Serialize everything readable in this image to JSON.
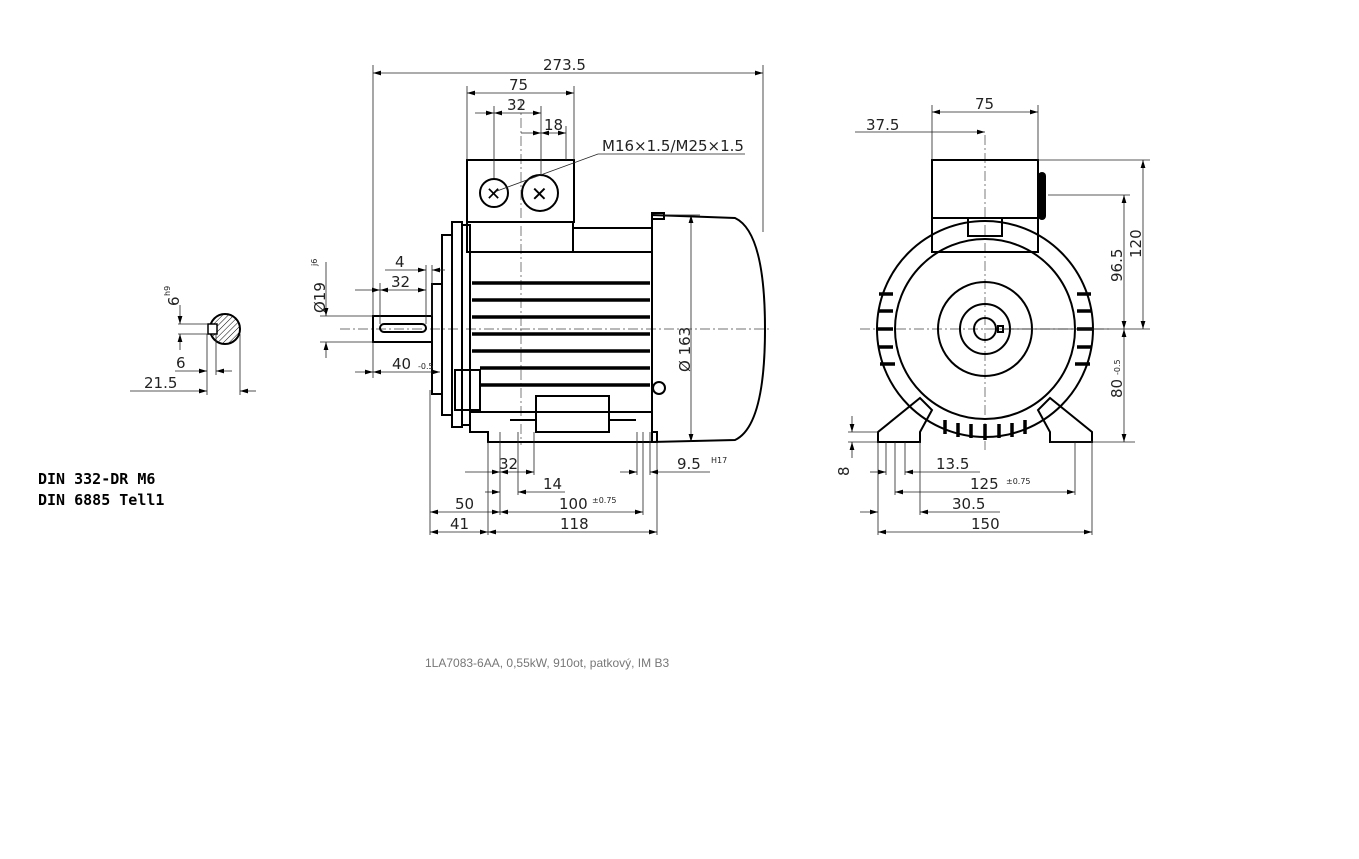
{
  "standards": [
    "DIN 332-DR M6",
    "DIN 6885 Tell1"
  ],
  "caption": "1LA7083-6AA,  0,55kW, 910ot, patkový, IM B3",
  "key_section": {
    "key_width": "6",
    "key_width_tol": "h9",
    "key_depth": "6",
    "shaft_height": "21.5"
  },
  "side_view": {
    "overall_length": "273.5",
    "box_width": "75",
    "gland_spacing": "32",
    "gland_offset": "18",
    "gland_thread": "M16×1.5/M25×1.5",
    "shaft_dia": "Ø19",
    "shaft_dia_tol": "j6",
    "key_offset": "4",
    "key_length": "32",
    "shaft_length": "40",
    "shaft_length_tol": "-0.5",
    "body_dia": "Ø 163",
    "foot_slot": "32",
    "foot_slot_b": "14",
    "hole_dia": "9.5",
    "hole_dia_tol": "H17",
    "foot_offset": "50",
    "hole_spacing": "100",
    "hole_spacing_tol": "±0.75",
    "shoulder": "41",
    "foot_length": "118"
  },
  "front_view": {
    "box_width": "75",
    "box_offset": "37.5",
    "box_height_a": "96.5",
    "box_height_b": "120",
    "shaft_height": "80",
    "shaft_height_tol": "-0.5",
    "foot_thickness": "8",
    "hole_offset": "13.5",
    "hole_spacing": "125",
    "hole_spacing_tol": "±0.75",
    "foot_width": "30.5",
    "overall_width": "150"
  }
}
